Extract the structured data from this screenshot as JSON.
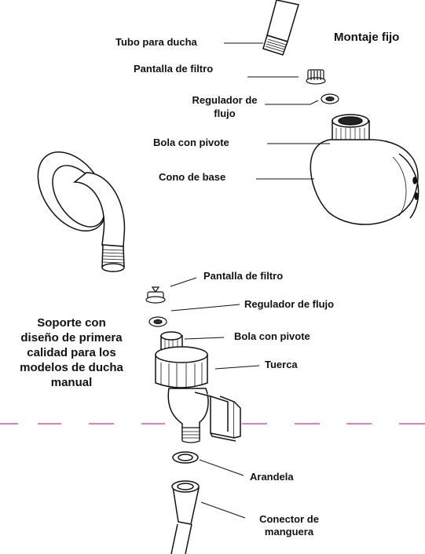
{
  "top_section": {
    "title": "Montaje fijo",
    "labels": {
      "tubo": "Tubo para ducha",
      "pantalla": "Pantalla de filtro",
      "regulador": "Regulador de flujo",
      "bola": "Bola con pivote",
      "cono": "Cono de base"
    }
  },
  "bottom_section": {
    "title_lines": [
      "Soporte con",
      "diseño de primera",
      "calidad para los",
      "modelos de ducha",
      "manual"
    ],
    "labels": {
      "pantalla": "Pantalla de filtro",
      "regulador": "Regulador de flujo",
      "bola": "Bola con pivote",
      "tuerca": "Tuerca",
      "arandela": "Arandela",
      "conector_line1": "Conector de",
      "conector_line2": "manguera"
    }
  },
  "colors": {
    "divider": "#e0529a",
    "ink": "#111111"
  }
}
